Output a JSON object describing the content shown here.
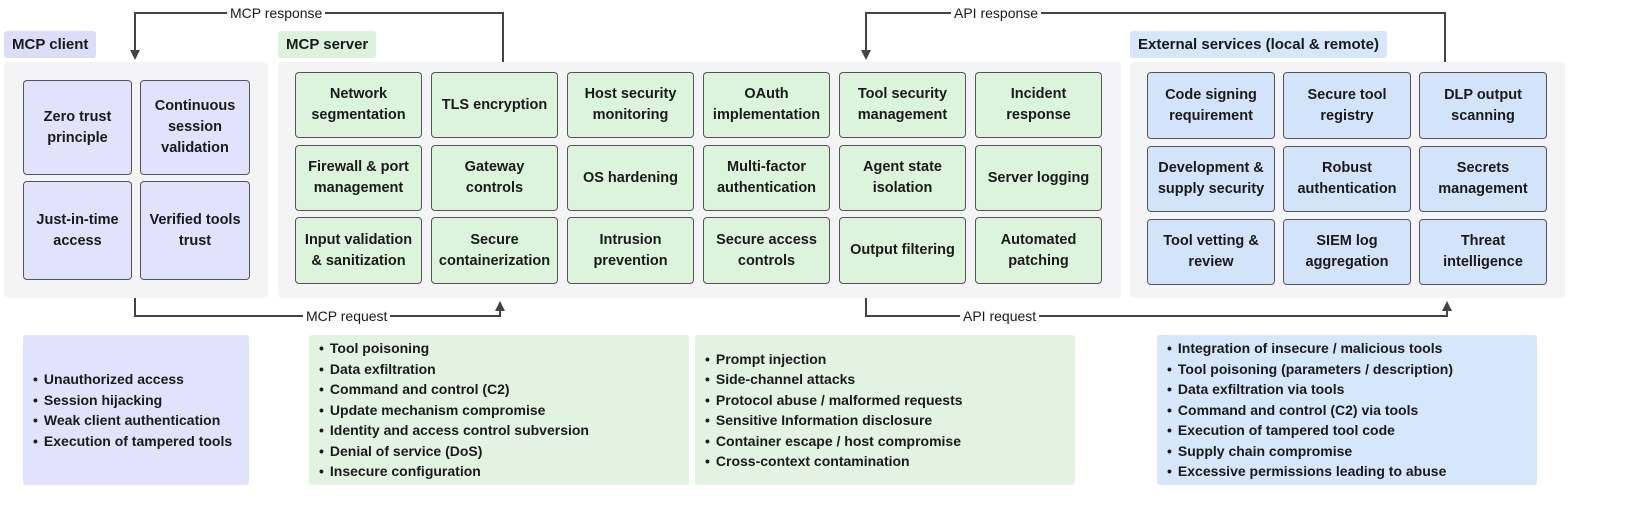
{
  "client": {
    "title": "MCP client",
    "boxes": [
      "Zero trust\nprinciple",
      "Continuous\nsession\nvalidation",
      "Just-in-time\naccess",
      "Verified tools\ntrust"
    ],
    "threats": [
      "Unauthorized access",
      "Session hijacking",
      "Weak client authentication",
      "Execution of tampered tools"
    ]
  },
  "server": {
    "title": "MCP server",
    "boxes": [
      "Network\nsegmentation",
      "TLS encryption",
      "Host security\nmonitoring",
      "OAuth\nimplementation",
      "Tool security\nmanagement",
      "Incident\nresponse",
      "Firewall & port\nmanagement",
      "Gateway\ncontrols",
      "OS hardening",
      "Multi-factor\nauthentication",
      "Agent state\nisolation",
      "Server logging",
      "Input validation\n& sanitization",
      "Secure\ncontainerization",
      "Intrusion\nprevention",
      "Secure access\ncontrols",
      "Output filtering",
      "Automated\npatching"
    ],
    "threats_left": [
      "Tool poisoning",
      "Data exfiltration",
      "Command and control (C2)",
      "Update mechanism compromise",
      "Identity and access control subversion",
      "Denial of service (DoS)",
      "Insecure configuration"
    ],
    "threats_right": [
      "Prompt injection",
      "Side-channel attacks",
      "Protocol abuse / malformed requests",
      "Sensitive Information disclosure",
      "Container escape / host compromise",
      "Cross-context contamination"
    ]
  },
  "external": {
    "title": "External services (local & remote)",
    "boxes": [
      "Code signing\nrequirement",
      "Secure tool\nregistry",
      "DLP output\nscanning",
      "Development &\nsupply security",
      "Robust\nauthentication",
      "Secrets\nmanagement",
      "Tool vetting &\nreview",
      "SIEM log\naggregation",
      "Threat\nintelligence"
    ],
    "threats": [
      "Integration of insecure / malicious tools",
      "Tool poisoning (parameters / description)",
      "Data exfiltration via tools",
      "Command and control (C2) via tools",
      "Execution of tampered tool code",
      "Supply chain compromise",
      "Excessive permissions leading to abuse"
    ]
  },
  "flows": {
    "mcp_response": "MCP response",
    "mcp_request": "MCP request",
    "api_response": "API response",
    "api_request": "API request"
  },
  "colors": {
    "client": "#e2e2fc",
    "server": "#dcf3dc",
    "external": "#d3e4fa",
    "panel": "#f4f4f6",
    "line": "#444444"
  }
}
